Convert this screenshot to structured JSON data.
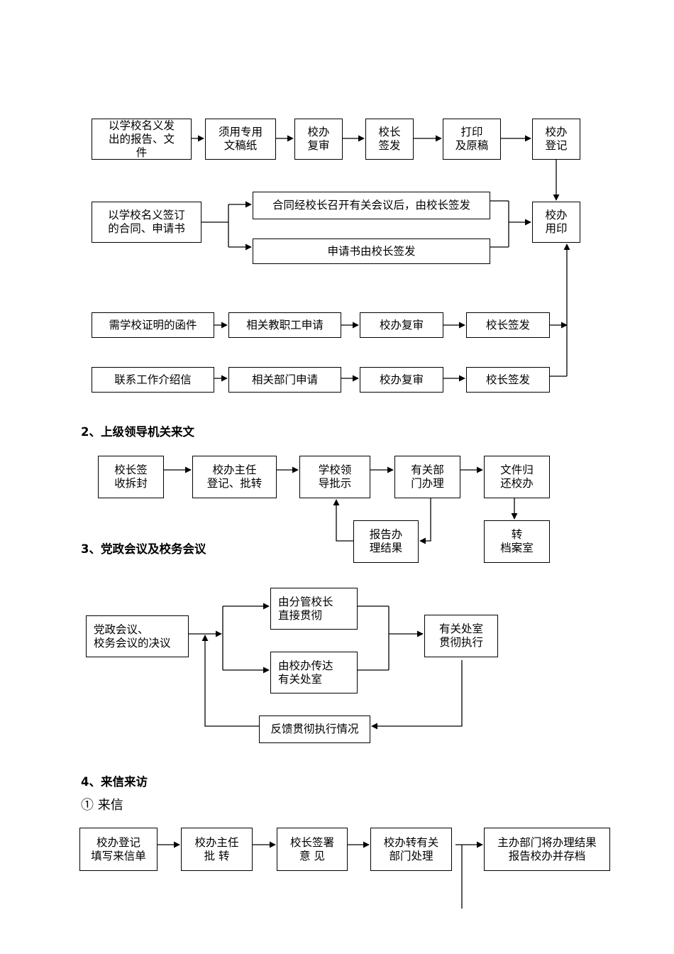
{
  "section1": {
    "row1": [
      "以学校名义发\n出的报告、文\n件",
      "须用专用\n文稿纸",
      "校办\n复审",
      "校长\n签发",
      "打印\n及原稿",
      "校办\n登记"
    ],
    "row2": {
      "source": "以学校名义签订\n的合同、申请书",
      "branch_a": "合同经校长召开有关会议后，由校长签发",
      "branch_b": "申请书由校长签发",
      "target": "校办\n用印"
    },
    "row3": [
      "需学校证明的函件",
      "相关教职工申请",
      "校办复审",
      "校长签发"
    ],
    "row4": [
      "联系工作介绍信",
      "相关部门申请",
      "校办复审",
      "校长签发"
    ]
  },
  "section2": {
    "heading": "2、上级领导机关来文",
    "boxes": [
      "校长签\n收拆封",
      "校办主任\n登记、批转",
      "学校领\n导批示",
      "有关部\n门办理",
      "文件归\n还校办"
    ],
    "report_box": "报告办\n理结果",
    "archive_box": "转\n档案室"
  },
  "section3": {
    "heading": "3、党政会议及校务会议",
    "source": "党政会议、\n校务会议的决议",
    "branch_a": "由分管校长\n直接贯彻",
    "branch_b": "由校办传达\n有关处室",
    "target": "有关处室\n贯彻执行",
    "feedback": "反馈贯彻执行情况"
  },
  "section4": {
    "heading": "4、来信来访",
    "subheading": "① 来信",
    "boxes": [
      "校办登记\n填写来信单",
      "校办主任\n批  转",
      "校长签署\n意  见",
      "校办转有关\n部门处理",
      "主办部门将办理结果\n报告校办并存档"
    ]
  }
}
